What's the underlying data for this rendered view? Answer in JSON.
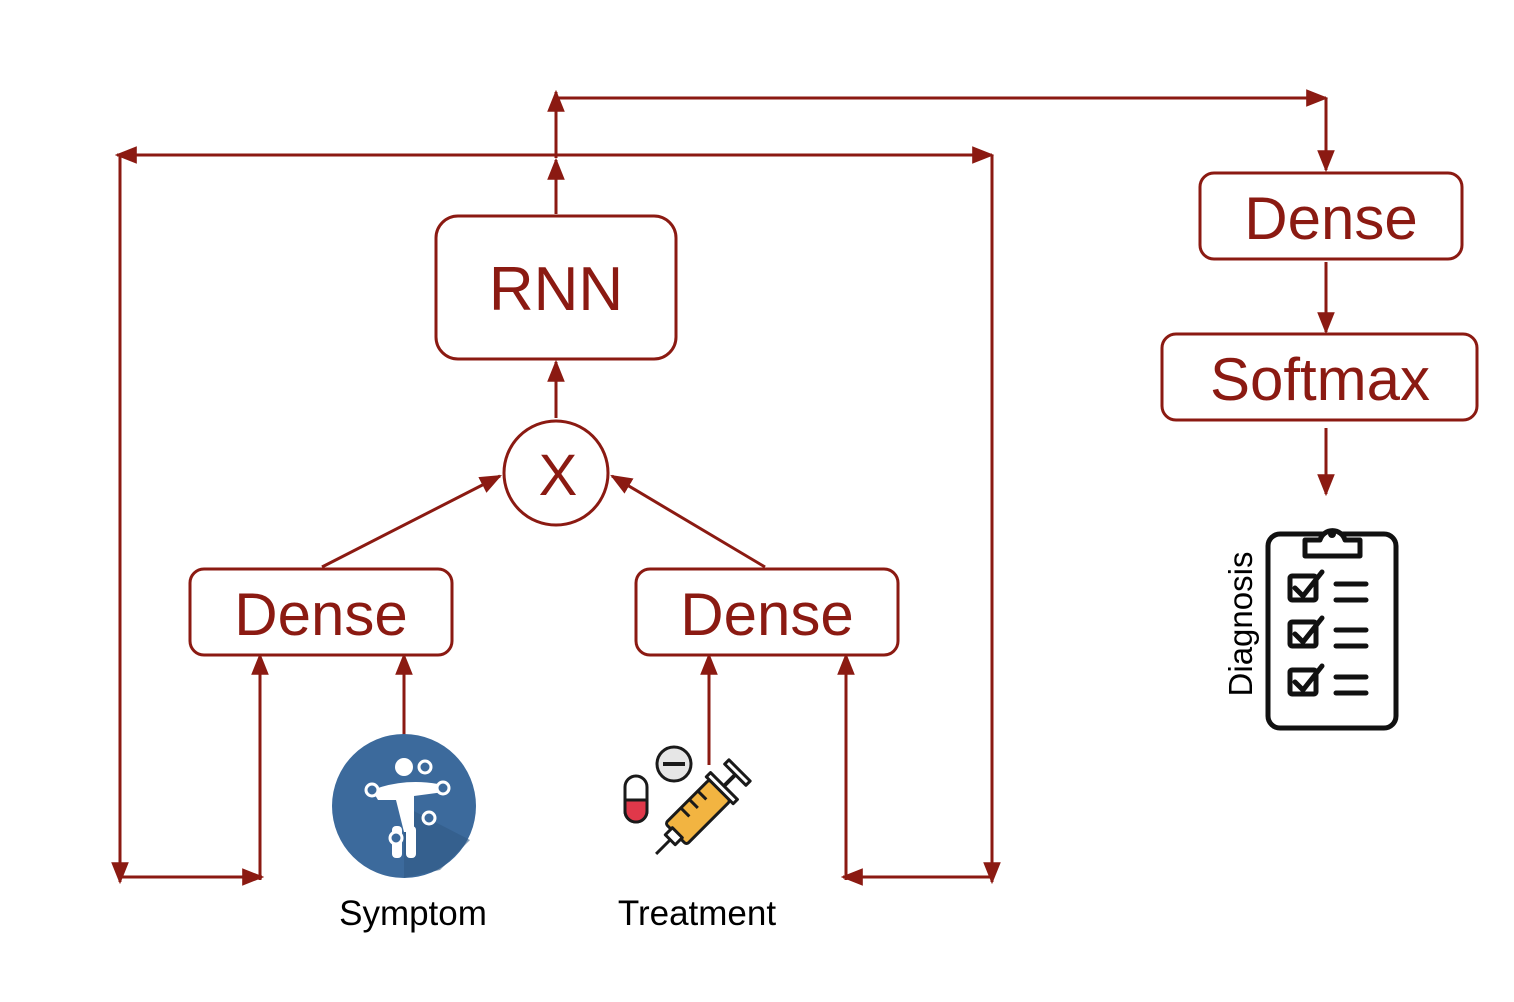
{
  "colors": {
    "accent": "#8b1a12",
    "box_fill": "#ffffff",
    "caption": "#000000",
    "symptom_icon_bg": "#3c6a9c",
    "syringe_fill": "#f2b441",
    "capsule_red": "#e0384a",
    "icon_outline": "#1a1a1a"
  },
  "nodes": {
    "rnn": "RNN",
    "mult": "X",
    "dense_left": "Dense",
    "dense_right": "Dense",
    "dense_out": "Dense",
    "softmax": "Softmax"
  },
  "captions": {
    "symptom": "Symptom",
    "treatment": "Treatment",
    "diagnosis": "Diagnosis"
  },
  "icons": {
    "symptom": "human-body-symptom-icon",
    "treatment": "pill-and-syringe-icon",
    "diagnosis": "clipboard-checklist-icon"
  }
}
